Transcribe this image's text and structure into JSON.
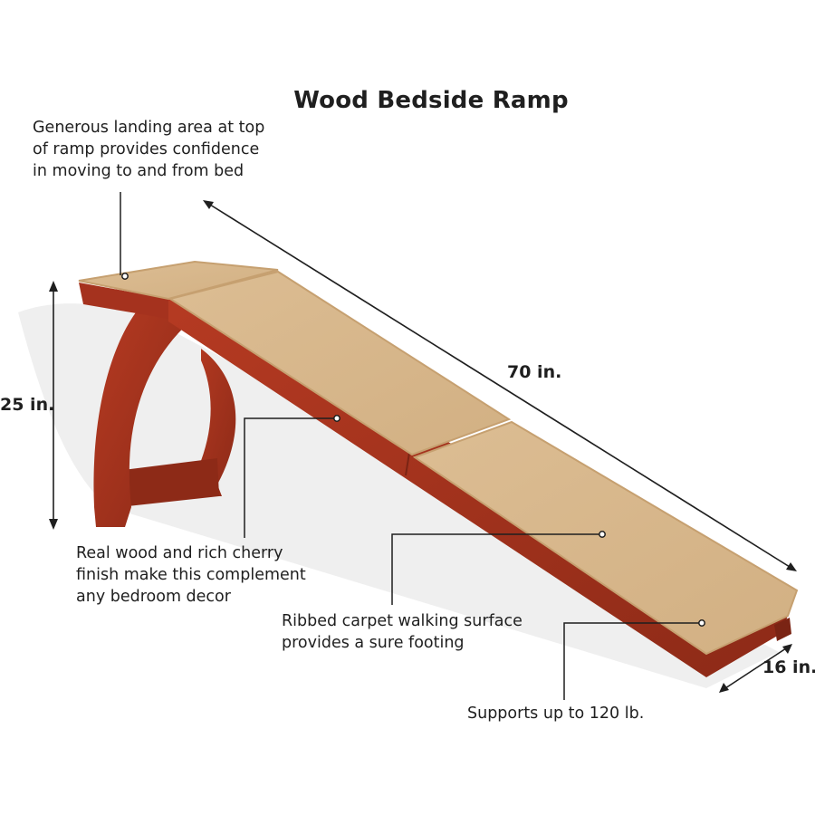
{
  "title": "Wood Bedside Ramp",
  "callouts": {
    "landing": [
      "Generous landing area at top",
      "of ramp provides confidence",
      "in moving to and from bed"
    ],
    "wood": [
      "Real wood and rich cherry",
      "finish make this complement",
      "any bedroom decor"
    ],
    "carpet": [
      "Ribbed carpet walking surface",
      "provides a sure footing"
    ],
    "weight": [
      "Supports up to 120 lb."
    ]
  },
  "dimensions": {
    "height": "25 in.",
    "length": "70 in.",
    "width": "16 in."
  },
  "colors": {
    "wood": "#a5321e",
    "wood_dark": "#7a2414",
    "carpet": "#d8b88e",
    "carpet_edge": "#c6a070",
    "shadow": "#ececec",
    "text": "#1f1f1f"
  }
}
